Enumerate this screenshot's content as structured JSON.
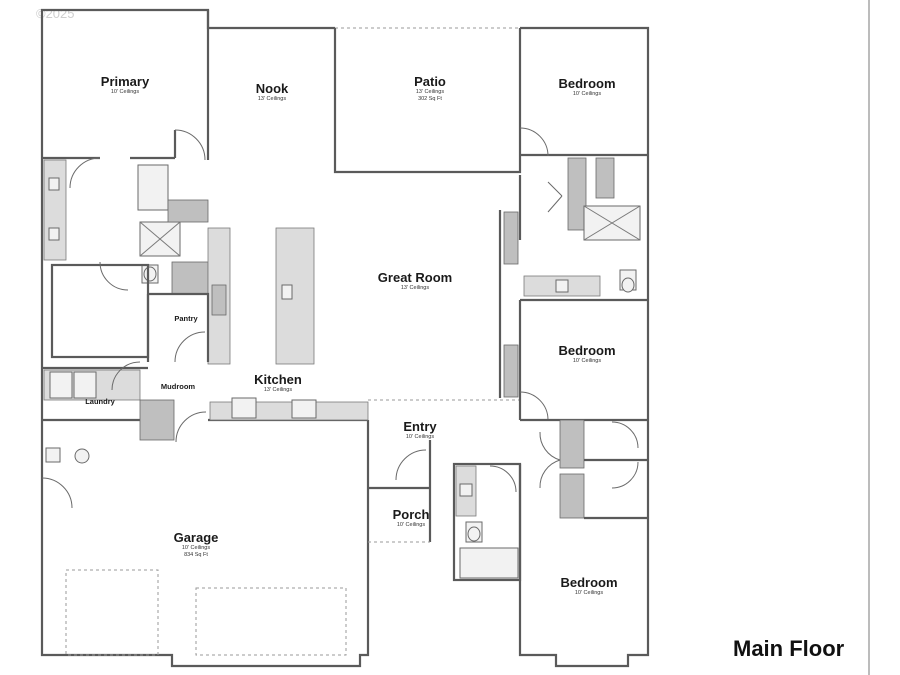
{
  "watermark": "©2025",
  "sheet_title": "Main Floor",
  "rooms": {
    "primary": {
      "name": "Primary",
      "sub": "10' Ceilings"
    },
    "nook": {
      "name": "Nook",
      "sub": "13' Ceilings"
    },
    "patio": {
      "name": "Patio",
      "sub": "13' Ceilings",
      "sub2": "302 Sq Ft"
    },
    "bedroom1": {
      "name": "Bedroom",
      "sub": "10' Ceilings"
    },
    "great": {
      "name": "Great Room",
      "sub": "13' Ceilings"
    },
    "pantry": {
      "name": "Pantry"
    },
    "bedroom2": {
      "name": "Bedroom",
      "sub": "10' Ceilings"
    },
    "mudroom": {
      "name": "Mudroom"
    },
    "kitchen": {
      "name": "Kitchen",
      "sub": "13' Ceilings"
    },
    "laundry": {
      "name": "Laundry"
    },
    "entry": {
      "name": "Entry",
      "sub": "10' Ceilings"
    },
    "porch": {
      "name": "Porch",
      "sub": "10' Ceilings"
    },
    "garage": {
      "name": "Garage",
      "sub": "10' Ceilings",
      "sub2": "834 Sq Ft"
    },
    "bedroom3": {
      "name": "Bedroom",
      "sub": "10' Ceilings"
    }
  }
}
